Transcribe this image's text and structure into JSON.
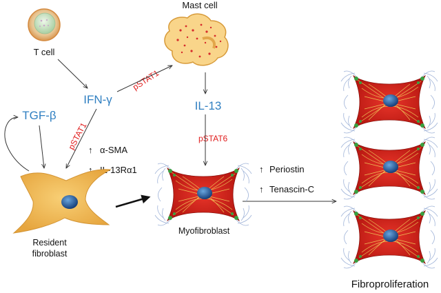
{
  "colors": {
    "cytokine": "#2f7fc1",
    "phospho": "#e01d1d",
    "fibroblast_body": "#f4bf5d",
    "myofibroblast_body": "#d9271f",
    "nucleus": "#1f63a8"
  },
  "labels": {
    "t_cell": "T cell",
    "mast_cell": "Mast cell",
    "ifn_gamma": "IFN-γ",
    "il13": "IL-13",
    "tgf_beta": "TGF-β",
    "pstat1_top": "pSTAT1",
    "pstat1_left": "pSTAT1",
    "pstat6": "pSTAT6",
    "alpha_sma": "α-SMA",
    "il13ra1": "IL-13Rα1",
    "periostin": "Periostin",
    "tenascin": "Tenascin-C",
    "up_arrow": "↑",
    "resident_line1": "Resident",
    "resident_line2": "fibroblast",
    "myofibroblast": "Myofibroblast",
    "fibroproliferation": "Fibroproliferation"
  }
}
